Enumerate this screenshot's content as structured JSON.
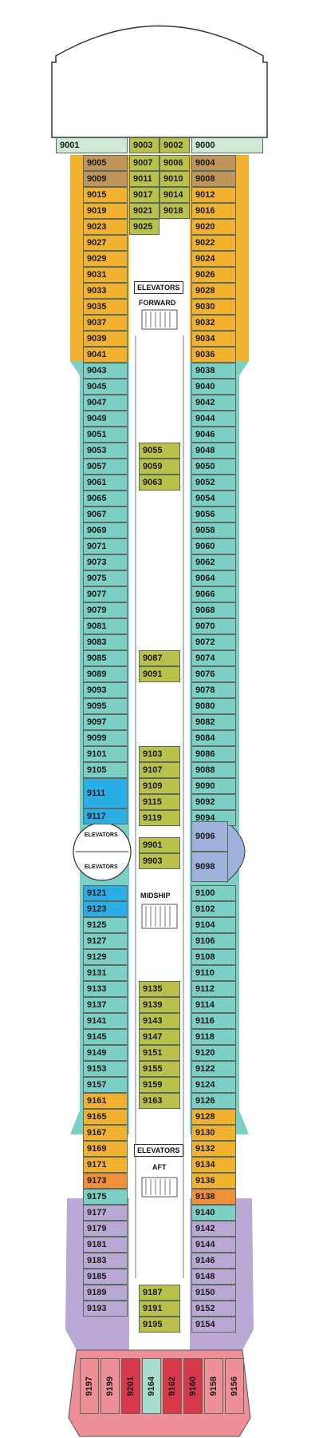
{
  "labels": {
    "elevators_fwd": "ELEVATORS",
    "forward": "FORWARD",
    "elevators_mid_top": "ELEVATORS",
    "elevators_mid_bottom": "ELEVATORS",
    "midship": "MIDSHIP",
    "elevators_aft": "ELEVATORS",
    "aft": "AFT"
  },
  "colors": {
    "concierge": "#f2b230",
    "aqua": "#7ccfc4",
    "suite": "#b8c24a",
    "accessible": "#2aaee8",
    "sky": "#9fb2dd",
    "lavender": "#b9a8d4",
    "brown": "#c0955a",
    "orange": "#f2903a",
    "pale_green": "#cfe8d6",
    "pink": "#ee8f97",
    "red": "#d9384a",
    "mint": "#a8dccd"
  },
  "cabins": {
    "top": [
      "9001",
      "9003",
      "9002",
      "9000"
    ],
    "fwd_center": [
      "9007",
      "9006",
      "9011",
      "9010",
      "9017",
      "9014",
      "9021",
      "9018",
      "9025"
    ],
    "fwd_left": [
      "9005",
      "9009",
      "9015",
      "9019",
      "9023",
      "9027",
      "9029",
      "9031",
      "9033",
      "9035",
      "9037",
      "9039",
      "9041"
    ],
    "fwd_right": [
      "9004",
      "9008",
      "9012",
      "9016",
      "9020",
      "9022",
      "9024",
      "9026",
      "9028",
      "9030",
      "9032",
      "9034",
      "9036"
    ],
    "mid_left": [
      "9043",
      "9045",
      "9047",
      "9049",
      "9051",
      "9053",
      "9057",
      "9061",
      "9065",
      "9067",
      "9069",
      "9071",
      "9073",
      "9075",
      "9077",
      "9079",
      "9081",
      "9083",
      "9085",
      "9089",
      "9093",
      "9095",
      "9097",
      "9099",
      "9101",
      "9105",
      "9111",
      "9117"
    ],
    "mid_right": [
      "9038",
      "9040",
      "9042",
      "9044",
      "9046",
      "9048",
      "9050",
      "9052",
      "9054",
      "9056",
      "9058",
      "9060",
      "9062",
      "9064",
      "9066",
      "9068",
      "9070",
      "9072",
      "9074",
      "9076",
      "9078",
      "9080",
      "9082",
      "9084",
      "9086",
      "9088",
      "9090",
      "9092",
      "9094",
      "9096",
      "9098"
    ],
    "mid_center": [
      "9055",
      "9059",
      "9063",
      "9087",
      "9091",
      "9103",
      "9107",
      "9109",
      "9115",
      "9119",
      "9901",
      "9903"
    ],
    "aft_left": [
      "9121",
      "9123",
      "9125",
      "9127",
      "9129",
      "9131",
      "9133",
      "9137",
      "9141",
      "9145",
      "9149",
      "9153",
      "9157",
      "9161",
      "9165",
      "9167",
      "9169",
      "9171",
      "9173",
      "9175",
      "9177",
      "9179",
      "9181",
      "9183",
      "9185",
      "9189",
      "9193"
    ],
    "aft_right": [
      "9100",
      "9102",
      "9104",
      "9106",
      "9108",
      "9110",
      "9112",
      "9114",
      "9116",
      "9118",
      "9120",
      "9122",
      "9124",
      "9126",
      "9128",
      "9130",
      "9132",
      "9134",
      "9136",
      "9138",
      "9140",
      "9142",
      "9144",
      "9146",
      "9148",
      "9150",
      "9152",
      "9154"
    ],
    "aft_center": [
      "9135",
      "9139",
      "9143",
      "9147",
      "9151",
      "9155",
      "9159",
      "9163",
      "9187",
      "9191",
      "9195"
    ],
    "stern": [
      "9197",
      "9199",
      "9201",
      "9164",
      "9162",
      "9160",
      "9158",
      "9156"
    ]
  }
}
